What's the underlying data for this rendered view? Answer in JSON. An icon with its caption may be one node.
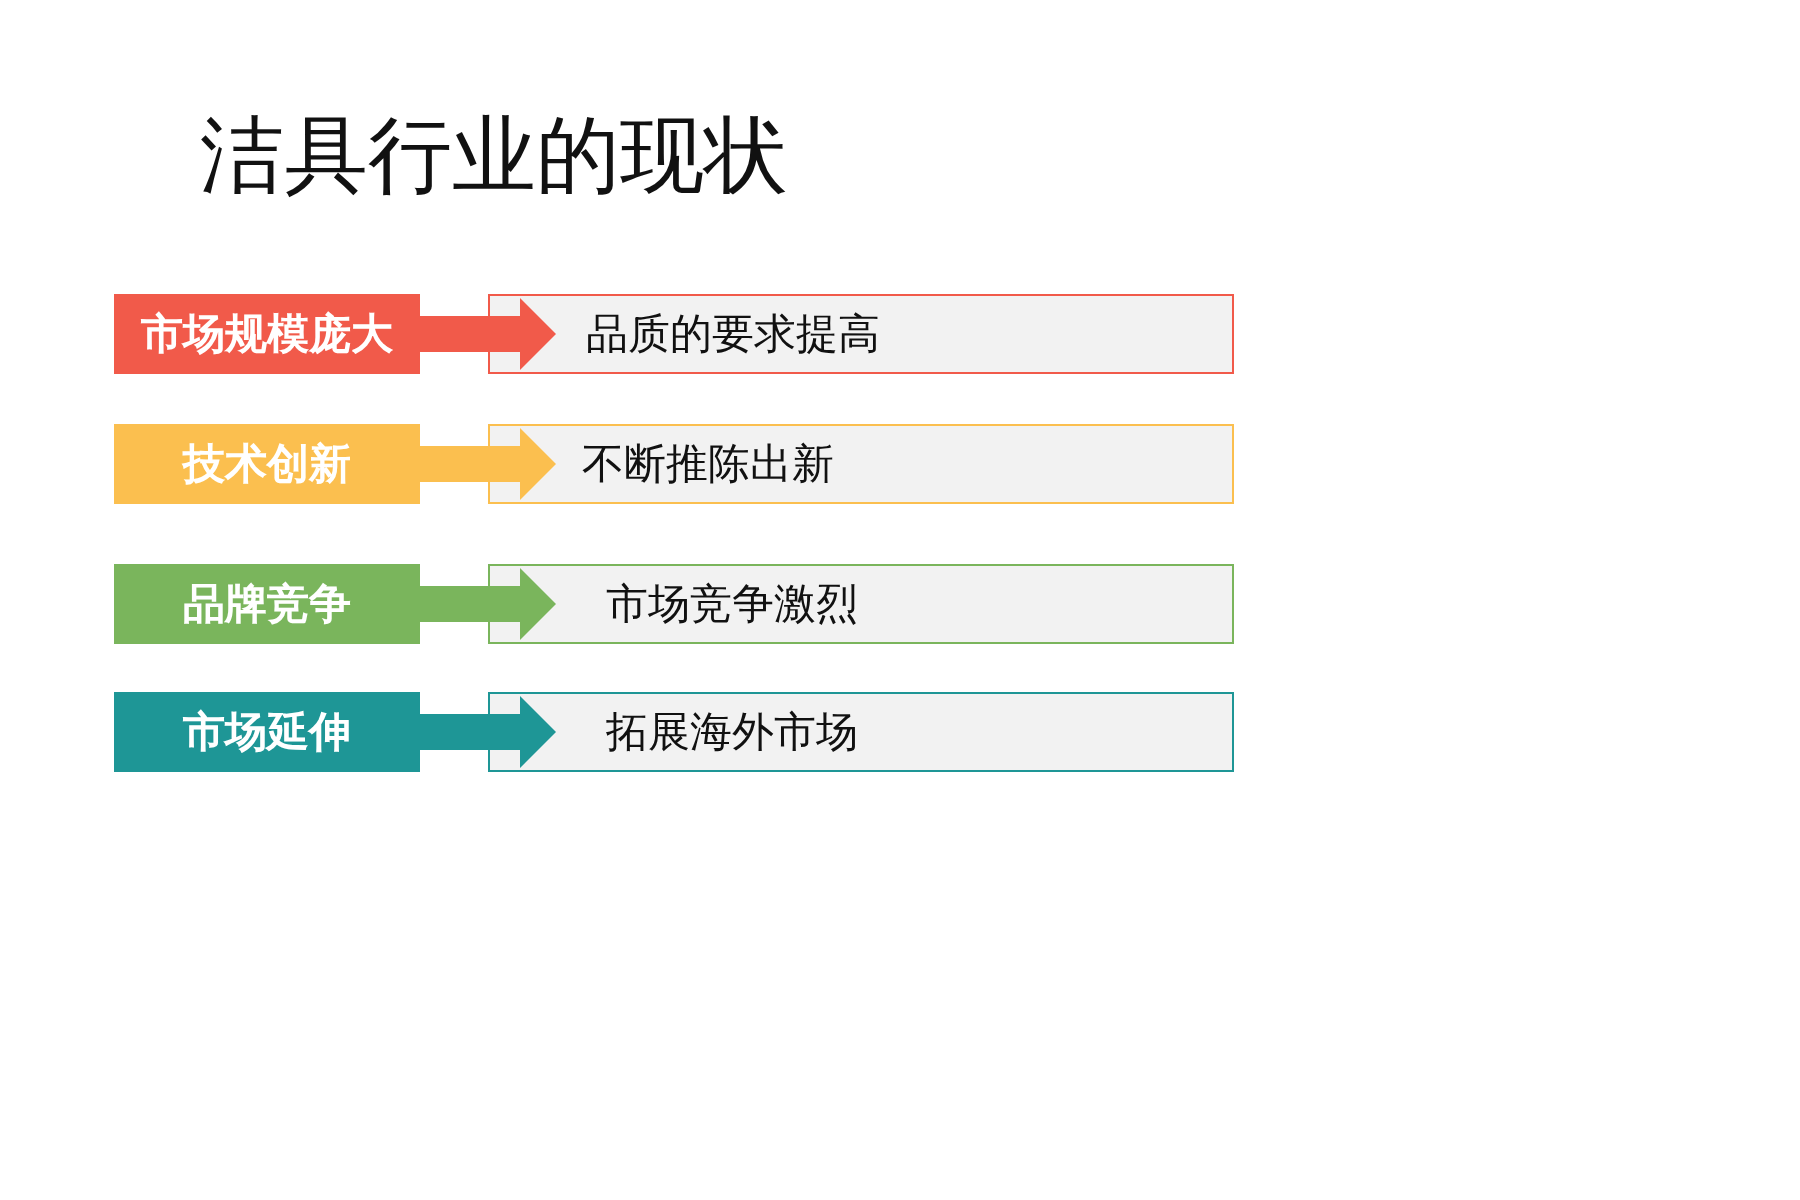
{
  "diagram": {
    "title": "洁具行业的现状",
    "nodes": [
      {
        "text": [
          "市场规模庞大"
        ]
      },
      {
        "text": [
          "品质的要求提高"
        ]
      },
      {
        "text": [
          "技术创新"
        ]
      },
      {
        "text": [
          "不断推陈出新"
        ]
      },
      {
        "text": [
          "品牌竞争"
        ]
      },
      {
        "text": [
          "市场竞争激烈"
        ]
      },
      {
        "text": [
          "市场延伸"
        ]
      },
      {
        "text": [
          "拓展海外市场"
        ]
      }
    ],
    "edges": [
      {
        "from": 0,
        "to": 1,
        "arrow": "to",
        "color": "#f15a4a"
      },
      {
        "from": 2,
        "to": 3,
        "arrow": "to",
        "color": "#fbbf4f"
      },
      {
        "from": 4,
        "to": 5,
        "arrow": "to",
        "color": "#7ab55c"
      },
      {
        "from": 6,
        "to": 7,
        "arrow": "to",
        "color": "#1e9696"
      }
    ]
  }
}
